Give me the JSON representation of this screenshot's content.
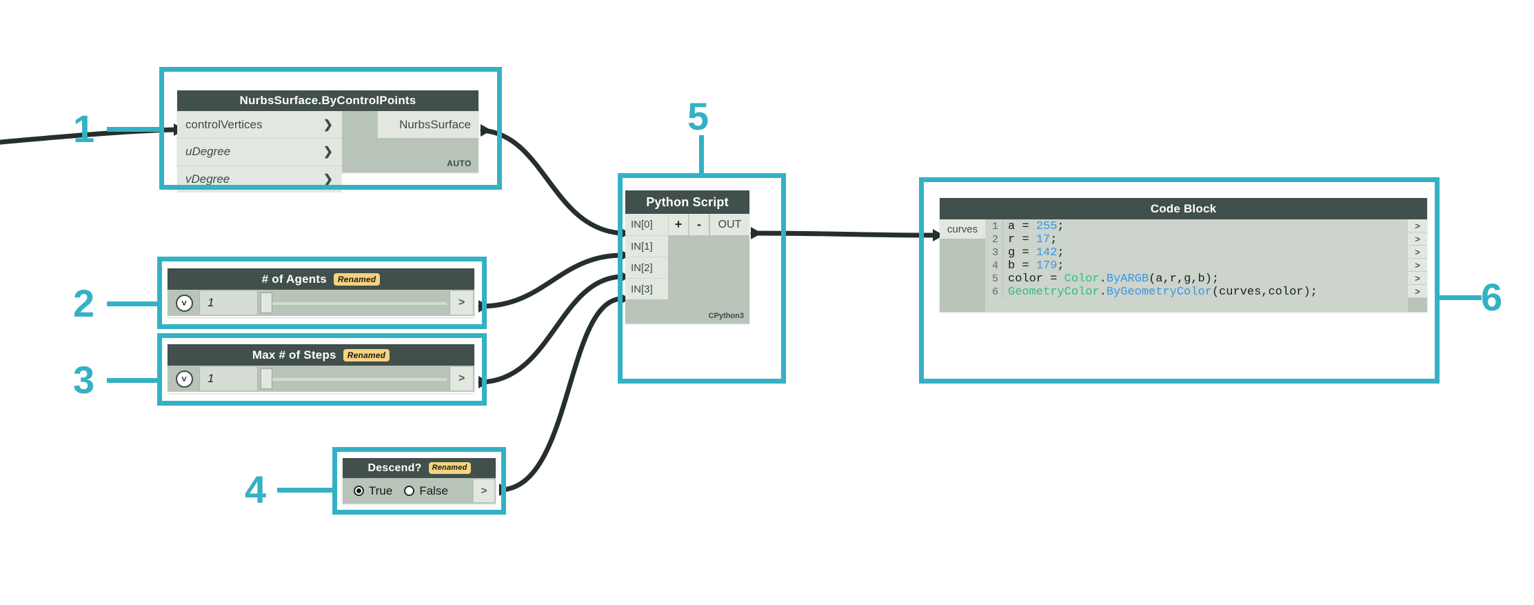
{
  "accent_color": "#34b1c4",
  "node_header_color": "#414f4d",
  "node_body_color": "#b9c4b8",
  "badge_color": "#f6d37e",
  "nodes": {
    "nurbs": {
      "title": "NurbsSurface.ByControlPoints",
      "inputs": [
        {
          "name": "controlVertices",
          "chevron": "❯"
        },
        {
          "name": "uDegree",
          "chevron": "❯"
        },
        {
          "name": "vDegree",
          "chevron": "❯"
        }
      ],
      "outputs": [
        "NurbsSurface"
      ],
      "exec_mode": "AUTO"
    },
    "agents": {
      "title": "# of Agents",
      "badge": "Renamed",
      "value": "1",
      "dropdown_icon": "˅",
      "out_chevron": ">"
    },
    "steps": {
      "title": "Max # of Steps",
      "badge": "Renamed",
      "value": "1",
      "dropdown_icon": "˅",
      "out_chevron": ">"
    },
    "descend": {
      "title": "Descend?",
      "badge": "Renamed",
      "options": [
        "True",
        "False"
      ],
      "selected": "True",
      "out_chevron": ">"
    },
    "python": {
      "title": "Python Script",
      "inputs": [
        "IN[0]",
        "IN[1]",
        "IN[2]",
        "IN[3]"
      ],
      "add_label": "+",
      "remove_label": "-",
      "output": "OUT",
      "engine": "CPython3"
    },
    "codeblock": {
      "title": "Code Block",
      "input_port": "curves",
      "out_chevron": ">",
      "lines": [
        {
          "n": "1",
          "tokens": [
            {
              "t": "a = ",
              "k": "plain"
            },
            {
              "t": "255",
              "k": "num"
            },
            {
              "t": ";",
              "k": "plain"
            }
          ]
        },
        {
          "n": "2",
          "tokens": [
            {
              "t": "r = ",
              "k": "plain"
            },
            {
              "t": "17",
              "k": "num"
            },
            {
              "t": ";",
              "k": "plain"
            }
          ]
        },
        {
          "n": "3",
          "tokens": [
            {
              "t": "g = ",
              "k": "plain"
            },
            {
              "t": "142",
              "k": "num"
            },
            {
              "t": ";",
              "k": "plain"
            }
          ]
        },
        {
          "n": "4",
          "tokens": [
            {
              "t": "b = ",
              "k": "plain"
            },
            {
              "t": "179",
              "k": "num"
            },
            {
              "t": ";",
              "k": "plain"
            }
          ]
        },
        {
          "n": "5",
          "tokens": [
            {
              "t": "color = ",
              "k": "plain"
            },
            {
              "t": "Color",
              "k": "cls"
            },
            {
              "t": ".",
              "k": "plain"
            },
            {
              "t": "ByARGB",
              "k": "mth"
            },
            {
              "t": "(a,r,g,b);",
              "k": "plain"
            }
          ]
        },
        {
          "n": "6",
          "tokens": [
            {
              "t": "GeometryColor",
              "k": "cls"
            },
            {
              "t": ".",
              "k": "plain"
            },
            {
              "t": "ByGeometryColor",
              "k": "mth"
            },
            {
              "t": "(curves,color);",
              "k": "plain"
            }
          ]
        }
      ]
    }
  },
  "callouts": [
    {
      "label": "1"
    },
    {
      "label": "2"
    },
    {
      "label": "3"
    },
    {
      "label": "4"
    },
    {
      "label": "5"
    },
    {
      "label": "6"
    }
  ]
}
